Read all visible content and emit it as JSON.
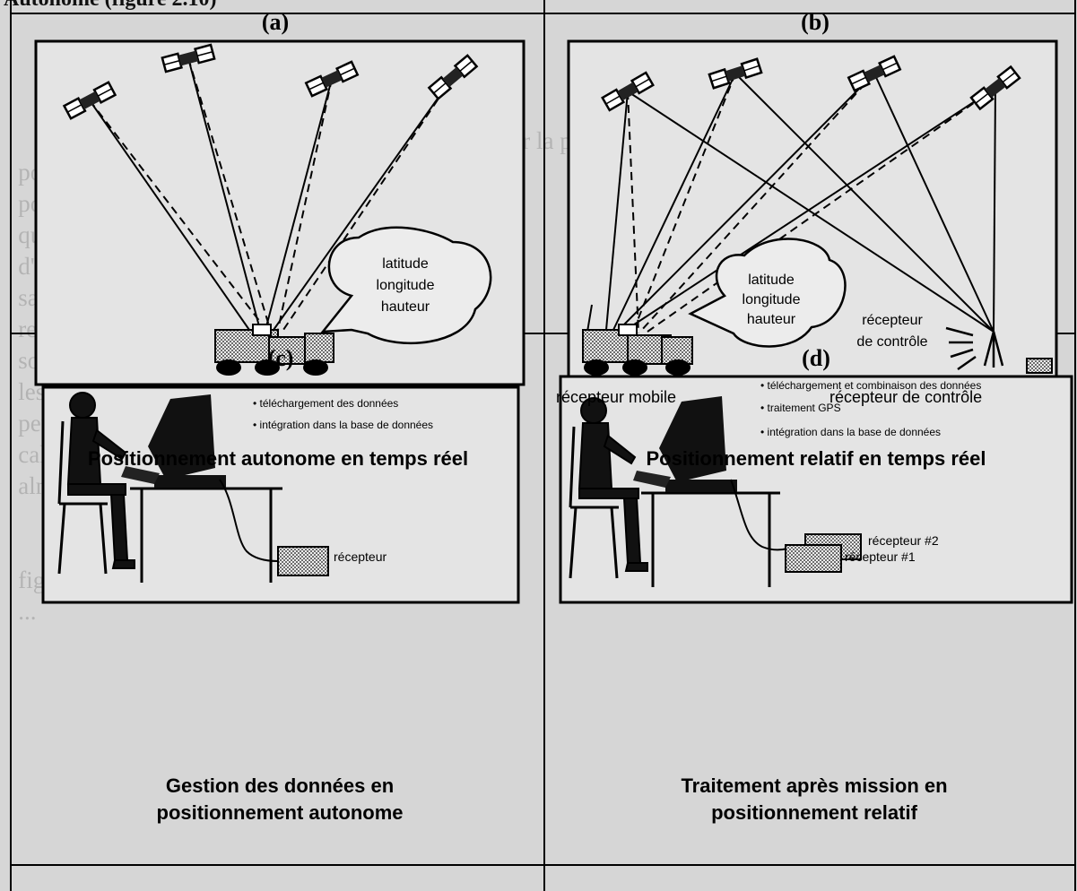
{
  "header": {
    "figure_ref": "Autonome (figure 2.10)"
  },
  "panels": {
    "a": {
      "letter": "(a)",
      "label_lines": [
        "latitude",
        "longitude",
        "hauteur"
      ],
      "caption": "Positionnement autonome en temps réel"
    },
    "b": {
      "letter": "(b)",
      "label_lines": [
        "latitude",
        "longitude",
        "hauteur"
      ],
      "control_lines": [
        "récepteur",
        "de contrôle"
      ],
      "mobile_label": "récepteur mobile",
      "control_label": "récepteur de contrôle",
      "caption": "Positionnement relatif en temps réel"
    },
    "c": {
      "letter": "(c)",
      "bullets": [
        "• téléchargement des données",
        "• intégration dans la base de données"
      ],
      "receiver_label": "récepteur",
      "caption_lines": [
        "Gestion des données en",
        "positionnement autonome"
      ]
    },
    "d": {
      "letter": "(d)",
      "bullets": [
        "• téléchargement et combinaison des données",
        "• traitement GPS",
        "• intégration dans la base de données"
      ],
      "receiver2_label": "récepteur #2",
      "receiver1_label": "récepteur #1",
      "caption_lines": [
        "Traitement après mission en",
        "positionnement relatif"
      ]
    }
  },
  "colors": {
    "ink": "#000000",
    "paper": "#d6d6d6",
    "panel": "#e2e2e2",
    "receiver_fill": "#9a9a9a"
  }
}
